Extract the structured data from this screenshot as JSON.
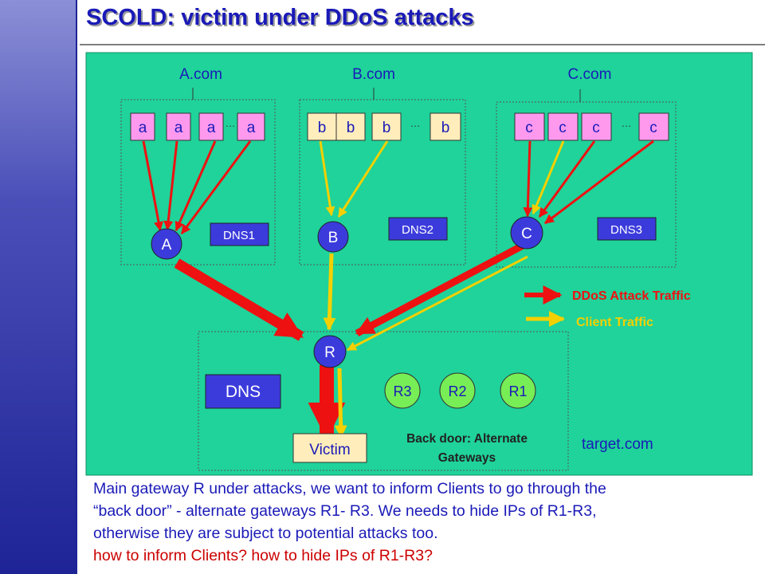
{
  "slide": {
    "title": "SCOLD: victim under DDoS attacks"
  },
  "domains": [
    {
      "name": "A.com",
      "host_label": "a",
      "dns": "DNS1",
      "router": "A"
    },
    {
      "name": "B.com",
      "host_label": "b",
      "dns": "DNS2",
      "router": "B"
    },
    {
      "name": "C.com",
      "host_label": "c",
      "dns": "DNS3",
      "router": "C"
    }
  ],
  "ellipsis": "…",
  "target": {
    "name": "target.com",
    "router": "R",
    "dns": "DNS",
    "victim": "Victim",
    "alt_gateways": [
      "R3",
      "R2",
      "R1"
    ],
    "backdoor_line1": "Back door: Alternate",
    "backdoor_line2": "Gateways"
  },
  "legend": {
    "ddos": "DDoS Attack Traffic",
    "client": "Client Traffic"
  },
  "colors": {
    "background": "#1fd39a",
    "attack": "#ee1111",
    "client": "#f4d000",
    "host_a": "#ff99ee",
    "host_b": "#ffeebb",
    "host_c": "#ff99ee",
    "router": "#3b3bdc",
    "gateway": "#77ee55",
    "title": "#1a1ab8",
    "question": "#cc0000"
  },
  "caption": {
    "line1": "Main gateway R under attacks, we want to inform Clients to go through the",
    "line2": "“back door” - alternate gateways R1- R3. We needs to hide IPs of R1-R3,",
    "line3": "otherwise they are subject to potential attacks too.",
    "question": "how to inform Clients? how to hide  IPs of R1-R3?"
  }
}
